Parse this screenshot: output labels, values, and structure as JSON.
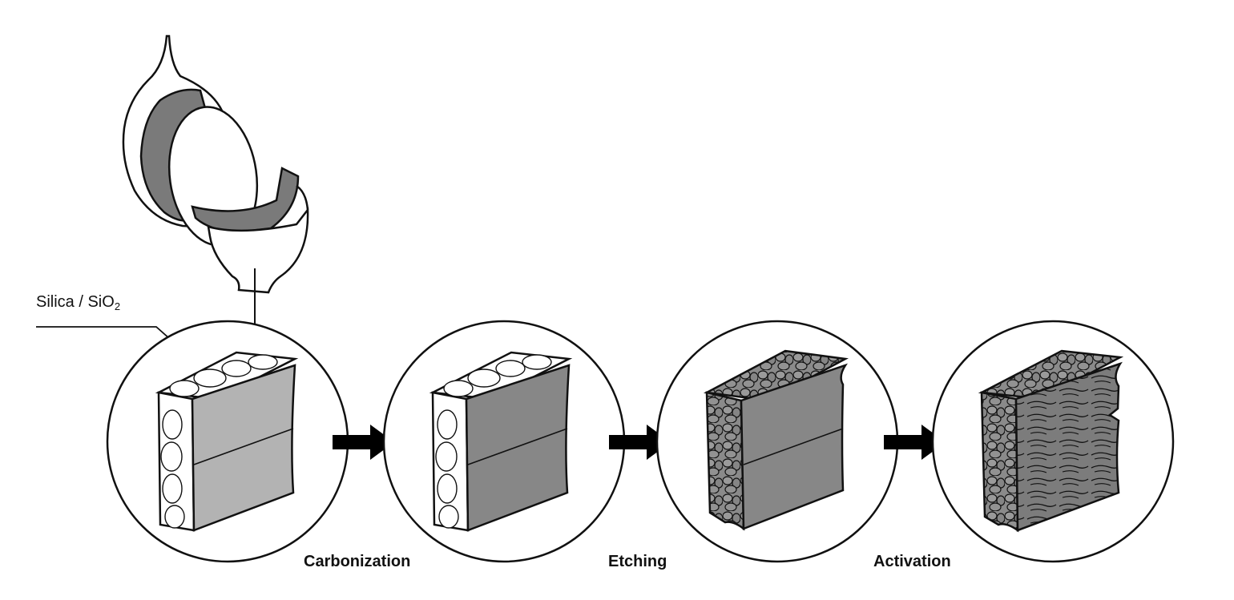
{
  "diagram": {
    "callout": {
      "prefix": "Silica / SiO",
      "subscript": "2"
    },
    "steps": [
      {
        "label": "Carbonization"
      },
      {
        "label": "Etching"
      },
      {
        "label": "Activation"
      }
    ],
    "colors": {
      "line": "#111111",
      "white": "#ffffff",
      "husk_grey": "#7a7a7a",
      "block_light": "#b3b3b3",
      "block_dark": "#878787",
      "block_darkest": "#777777",
      "arrow": "#000000"
    }
  }
}
